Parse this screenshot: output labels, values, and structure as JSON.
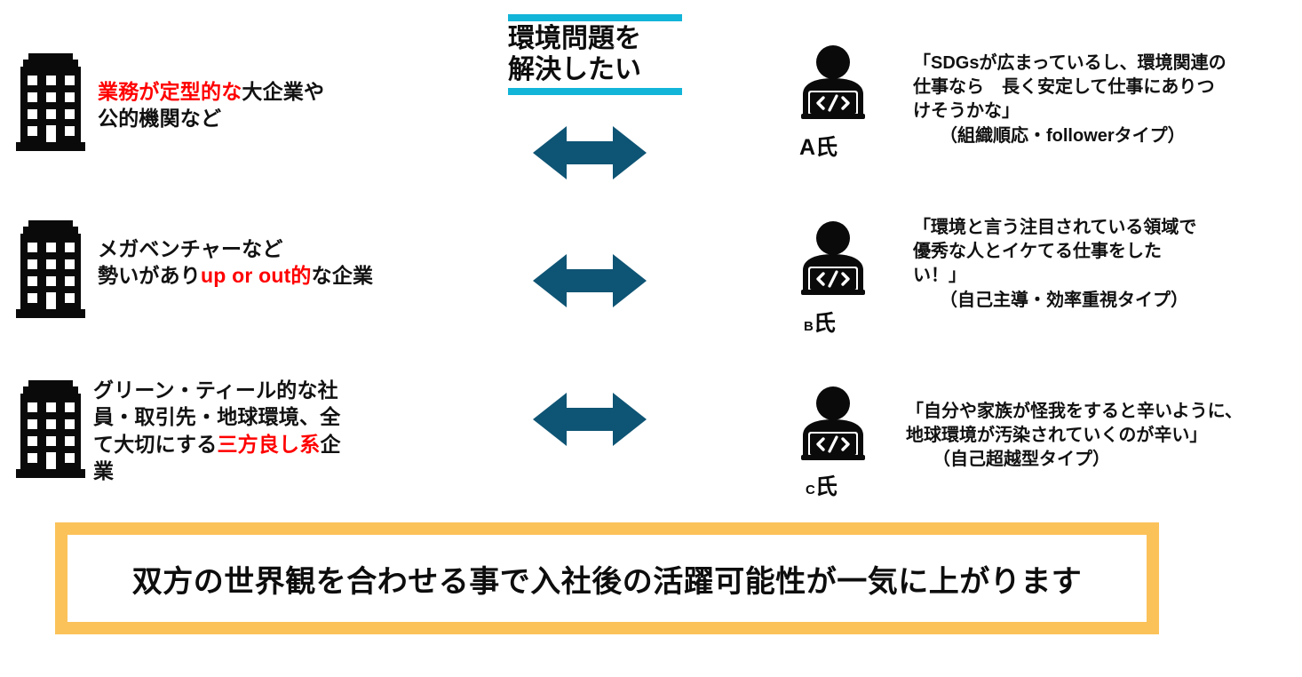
{
  "center_header": {
    "text": "環境問題を\n解決したい",
    "bar_color": "#12B4D8"
  },
  "arrow": {
    "color": "#0E5474",
    "name": "double-headed-arrow"
  },
  "rows": [
    {
      "id": "row-a",
      "company_icon": "building-icon",
      "company_text_pre": "",
      "company_text_hl": "業務が定型的な",
      "company_text_post": "大企業や\n公的機関など",
      "person_icon": "developer-person-icon",
      "person_label_prefix": "A",
      "person_label_suffix": "氏",
      "quote": "「SDGsが広まっているし、環境関連の\n仕事なら　長く安定して仕事にありつ\nけそうかな」",
      "quote_type": "（組織順応・followerタイプ）"
    },
    {
      "id": "row-b",
      "company_icon": "building-icon",
      "company_text_pre": "メガベンチャーなど\n勢いがあり",
      "company_text_hl": "up or out的",
      "company_text_post": "な企業",
      "person_icon": "developer-person-icon",
      "person_label_prefix": "B",
      "person_label_suffix": "氏",
      "quote": "「環境と言う注目されている領域で\n優秀な人とイケてる仕事をした\nい！」",
      "quote_type": "（自己主導・効率重視タイプ）"
    },
    {
      "id": "row-c",
      "company_icon": "building-icon",
      "company_text_pre": "グリーン・ティール的な社\n員・取引先・地球環境、全\nて大切にする",
      "company_text_hl": "三方良し系",
      "company_text_post": "企\n業",
      "person_icon": "developer-person-icon",
      "person_label_prefix": "C",
      "person_label_suffix": "氏",
      "quote": "「自分や家族が怪我をすると辛いように、\n地球環境が汚染されていくのが辛い」",
      "quote_type": "（自己超越型タイプ）"
    }
  ],
  "banner": {
    "text": "双方の世界観を合わせる事で入社後の活躍可能性が一気に上がります",
    "border_color": "#FBC25A"
  },
  "colors": {
    "highlight": "#FF0000",
    "cyan": "#12B4D8",
    "teal": "#0E5474",
    "orange": "#FBC25A",
    "ink": "#0d0d0d"
  }
}
